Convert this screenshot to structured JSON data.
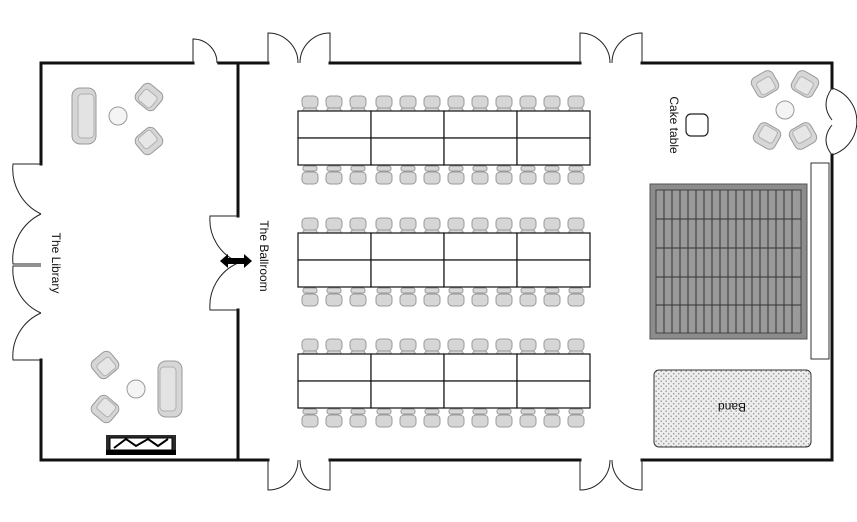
{
  "labels": {
    "library": "The Library",
    "ballroom": "The Ballroom",
    "cake_table": "Cake table",
    "band": "Band"
  },
  "colors": {
    "wall": "#111111",
    "chair_fill": "#d6d6d6",
    "chair_stroke": "#9a9a9a",
    "dance_floor": "#8c8c8c",
    "band_stage": "#e6e6e6"
  },
  "icons": {
    "armchair": "armchair-icon",
    "sofa": "sofa-icon",
    "side_table": "round-side-table-icon",
    "fireplace": "fireplace-icon",
    "doorway": "double-arrow-icon"
  },
  "seating": {
    "banquet_groups": 3,
    "tables_per_group": 8,
    "chairs_per_side": 12
  }
}
